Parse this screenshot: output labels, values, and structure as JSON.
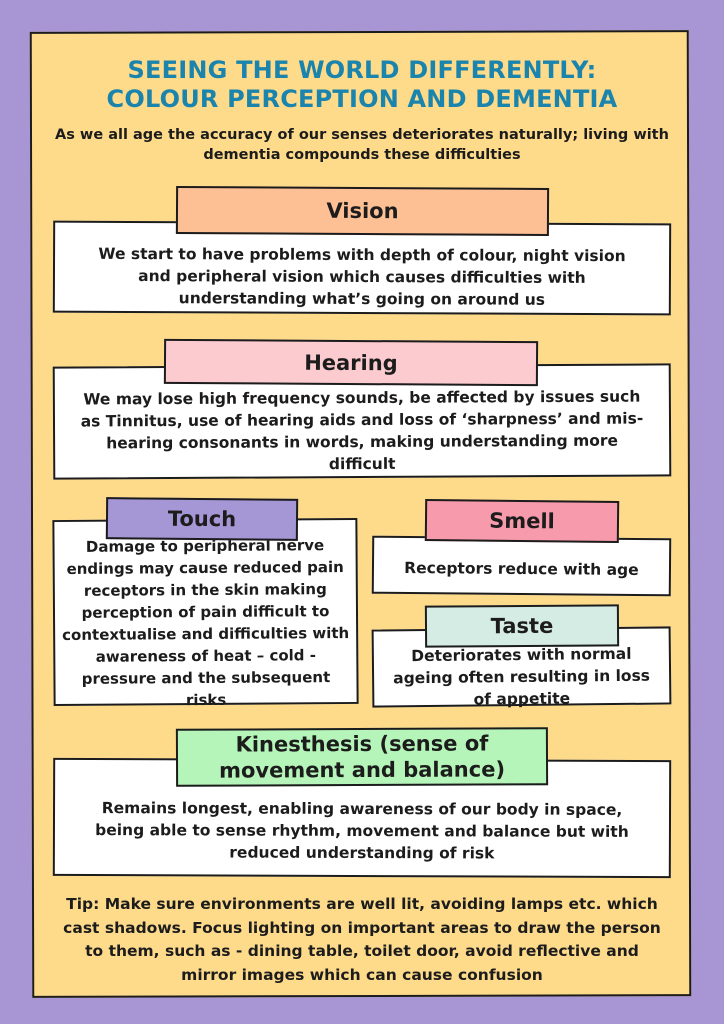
{
  "header": {
    "title_line1": "SEEING THE WORLD DIFFERENTLY:",
    "title_line2": "COLOUR PERCEPTION AND DEMENTIA",
    "subtitle": "As we all age the accuracy of our senses deteriorates naturally; living with dementia compounds these difficulties"
  },
  "senses": {
    "vision": {
      "title": "Vision",
      "text": "We start to have problems with depth of colour, night vision and peripheral vision which causes difficulties with understanding what’s going on around us"
    },
    "hearing": {
      "title": "Hearing",
      "text": "We may lose high frequency sounds, be affected by issues such as Tinnitus, use of hearing aids and loss of ‘sharpness’ and mis-hearing consonants in words, making understanding more difficult"
    },
    "touch": {
      "title": "Touch",
      "text": "Damage to peripheral nerve endings may cause reduced pain receptors in the skin making perception of pain difficult to contextualise and difficulties with awareness of heat – cold - pressure and the subsequent risks"
    },
    "smell": {
      "title": "Smell",
      "text": "Receptors reduce with age"
    },
    "taste": {
      "title": "Taste",
      "text": "Deteriorates with normal ageing often resulting in loss of appetite"
    },
    "kinesthesis": {
      "title": "Kinesthesis (sense of movement and balance)",
      "text": "Remains longest, enabling awareness of our body in space, being able to sense rhythm, movement and balance but with reduced understanding of risk"
    }
  },
  "tip": "Tip: Make sure environments are well lit, avoiding lamps etc. which cast shadows. Focus lighting on important areas to draw the person to them, such as - dining table, toilet door, avoid reflective and mirror images which can cause confusion",
  "colors": {
    "background": "#a795d4",
    "poster": "#fedb8b",
    "title": "#1b84ad",
    "vision": "#fdbf94",
    "hearing": "#fbcbd0",
    "touch": "#a596d6",
    "smell": "#f79aab",
    "taste": "#d5ece4",
    "kinesthesis": "#b5f5b9"
  }
}
